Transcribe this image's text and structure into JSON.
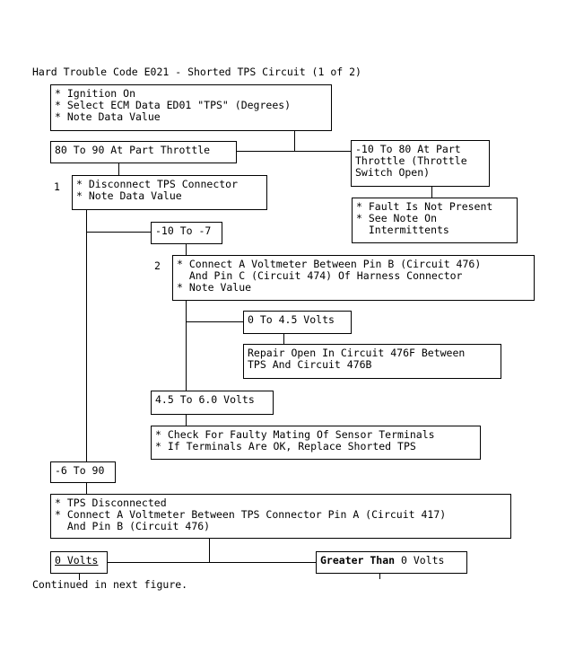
{
  "title": "Hard Trouble Code E021 - Shorted TPS Circuit (1 of 2)",
  "boxes": {
    "start": "* Ignition On\n* Select ECM Data ED01 \"TPS\" (Degrees)\n* Note Data Value",
    "part_throttle": "80 To 90 At Part Throttle",
    "switch_open": "-10 To 80 At Part\nThrottle (Throttle\nSwitch Open)",
    "step1": "* Disconnect TPS Connector\n* Note Data Value",
    "fault_absent": "* Fault Is Not Present\n* See Note On\n  Intermittents",
    "neg10_to_neg7": "-10 To -7",
    "step2": "* Connect A Voltmeter Between Pin B (Circuit 476)\n  And Pin C (Circuit 474) Of Harness Connector\n* Note Value",
    "v0_45": "0 To 4.5 Volts",
    "repair_open": "Repair Open In Circuit 476F Between\nTPS And Circuit 476B",
    "v45_60": "4.5 To 6.0 Volts",
    "check_mating": "* Check For Faulty Mating Of Sensor Terminals\n* If Terminals Are OK, Replace Shorted TPS",
    "neg6_to_90": "-6 To 90",
    "tps_disconnected": "* TPS Disconnected\n* Connect A Voltmeter Between TPS Connector Pin A (Circuit 417)\n  And Pin B (Circuit 476)",
    "zero_volts": "0 Volts",
    "greater_than_bold": "Greater Than",
    "greater_than_rest": " 0 Volts"
  },
  "step_numbers": {
    "one": "1",
    "two": "2"
  },
  "footer": "Continued in next figure."
}
